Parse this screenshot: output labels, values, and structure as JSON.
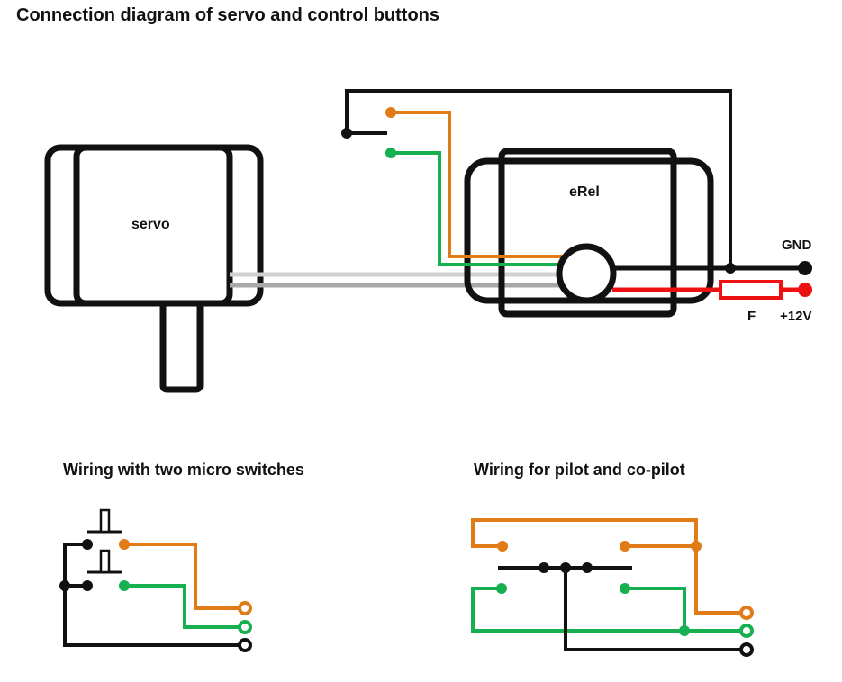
{
  "title": "Connection diagram of servo and control buttons",
  "labels": {
    "servo": "servo",
    "erel": "eRel",
    "gnd": "GND",
    "v12": "+12V",
    "fuse": "F"
  },
  "subtitles": {
    "micro_switches": "Wiring with two micro switches",
    "pilot_copilot": "Wiring for pilot and co-pilot"
  },
  "colors": {
    "black": "#111111",
    "orange": "#E07B16",
    "green": "#17B050",
    "red": "#EE1111",
    "grey_light": "#D0D0D0",
    "grey_dark": "#A8A8A8"
  }
}
